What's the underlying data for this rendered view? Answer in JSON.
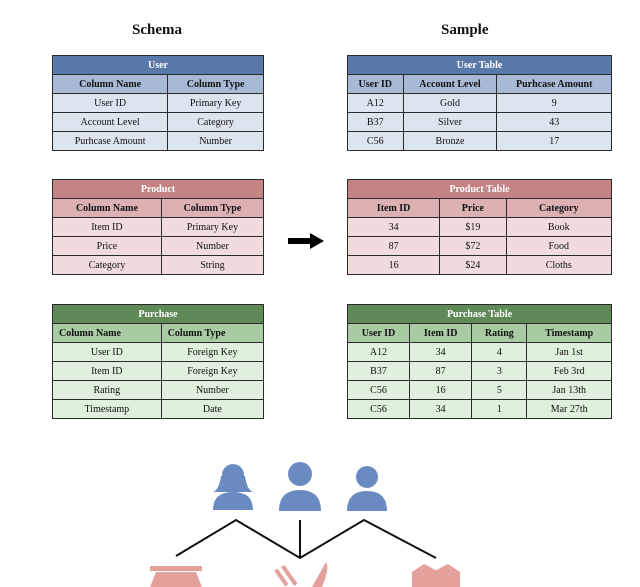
{
  "headings": {
    "schema": "Schema",
    "sample": "Sample"
  },
  "schema_tables": {
    "user": {
      "title": "User",
      "columns": [
        "Column Name",
        "Column Type"
      ],
      "rows": [
        [
          "User ID",
          "Primary Key"
        ],
        [
          "Account Level",
          "Category"
        ],
        [
          "Purhcase Amount",
          "Number"
        ]
      ]
    },
    "product": {
      "title": "Product",
      "columns": [
        "Column Name",
        "Column Type"
      ],
      "rows": [
        [
          "Item ID",
          "Primary Key"
        ],
        [
          "Price",
          "Number"
        ],
        [
          "Category",
          "String"
        ]
      ]
    },
    "purchase": {
      "title": "Purchase",
      "columns": [
        "Column Name",
        "Column Type"
      ],
      "rows": [
        [
          "User ID",
          "Foreign Key"
        ],
        [
          "Item ID",
          "Foreign Key"
        ],
        [
          "Rating",
          "Number"
        ],
        [
          "Timestamp",
          "Date"
        ]
      ]
    }
  },
  "sample_tables": {
    "user": {
      "title": "User Table",
      "columns": [
        "User ID",
        "Account Level",
        "Purhcase Amount"
      ],
      "rows": [
        [
          "A12",
          "Gold",
          "9"
        ],
        [
          "B37",
          "Silver",
          "43"
        ],
        [
          "C56",
          "Bronze",
          "17"
        ]
      ]
    },
    "product": {
      "title": "Product Table",
      "columns": [
        "Item ID",
        "Price",
        "Category"
      ],
      "rows": [
        [
          "34",
          "$19",
          "Book"
        ],
        [
          "87",
          "$72",
          "Food"
        ],
        [
          "16",
          "$24",
          "Cloths"
        ]
      ]
    },
    "purchase": {
      "title": "Purchase Table",
      "columns": [
        "User ID",
        "Item ID",
        "Rating",
        "Timestamp"
      ],
      "rows": [
        [
          "A12",
          "34",
          "4",
          "Jan 1st"
        ],
        [
          "B37",
          "87",
          "3",
          "Feb 3rd"
        ],
        [
          "C56",
          "16",
          "5",
          "Jan 13th"
        ],
        [
          "C56",
          "34",
          "1",
          "Mar 27th"
        ]
      ]
    }
  },
  "colors": {
    "user_blue": "#5b79a8",
    "product_red": "#c48486",
    "purchase_green": "#5f8a58",
    "person_icon": "#6a8bc1",
    "item_icon": "#e4a09b"
  },
  "icons": [
    "person-female-icon",
    "person-male-icon",
    "person-icon",
    "book-icon",
    "fork-knife-icon",
    "shirt-icon",
    "arrow-right-icon"
  ]
}
